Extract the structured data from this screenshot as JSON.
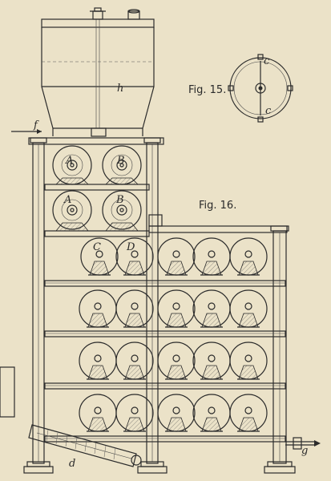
{
  "figures": {
    "fig15_caption": "Fig. 15.",
    "fig16_caption": "Fig. 16."
  },
  "labels": {
    "h": "h",
    "f": "f",
    "g": "g",
    "d": "d",
    "roll_A1": "A",
    "roll_B1": "B",
    "roll_A2": "A",
    "roll_B2": "B",
    "roll_C": "C",
    "roll_D": "D",
    "fig15_c_top": "c",
    "fig15_c_bottom": "c"
  },
  "colors": {
    "paper": "#ebe2c8",
    "ink": "#2b2b2b"
  }
}
